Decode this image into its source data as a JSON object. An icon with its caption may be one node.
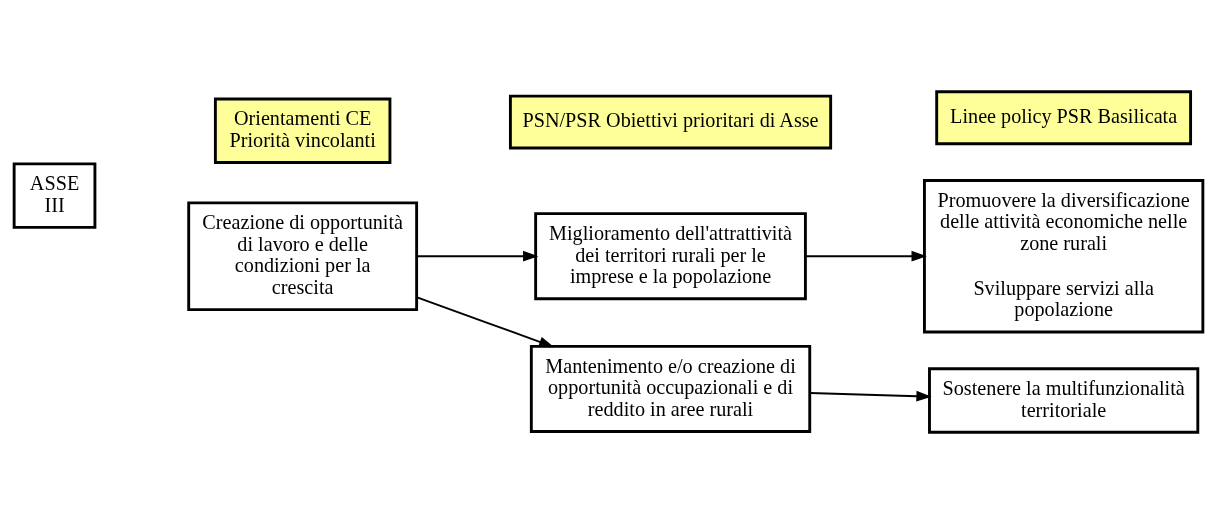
{
  "diagram": {
    "nodes": [
      {
        "text": [
          "Orientamenti CE Priorità vincolanti"
        ]
      },
      {
        "text": [
          "PSN/PSR Obiettivi prioritari di Asse"
        ]
      },
      {
        "text": [
          "Linee policy PSR Basilicata"
        ]
      },
      {
        "text": [
          "ASSE III"
        ]
      },
      {
        "text": [
          "Creazione di opportunità di lavoro e delle condizioni per la crescita"
        ]
      },
      {
        "text": [
          "Miglioramento dell'attrattività dei territori rurali per le imprese e la popolazione"
        ]
      },
      {
        "text": [
          "Mantenimento e/o creazione di opportunità occupazionali e di reddito in aree rurali"
        ]
      },
      {
        "text": [
          "Promuovere la diversificazione delle attività economiche nelle zone rurali",
          "Sviluppare servizi alla popolazione"
        ]
      },
      {
        "text": [
          "Sostenere la multifunzionalità territoriale"
        ]
      }
    ],
    "edges": [
      {
        "from": 4,
        "to": 5,
        "arrow": "to"
      },
      {
        "from": 4,
        "to": 6,
        "arrow": "to"
      },
      {
        "from": 5,
        "to": 7,
        "arrow": "to"
      },
      {
        "from": 6,
        "to": 8,
        "arrow": "to"
      }
    ]
  }
}
